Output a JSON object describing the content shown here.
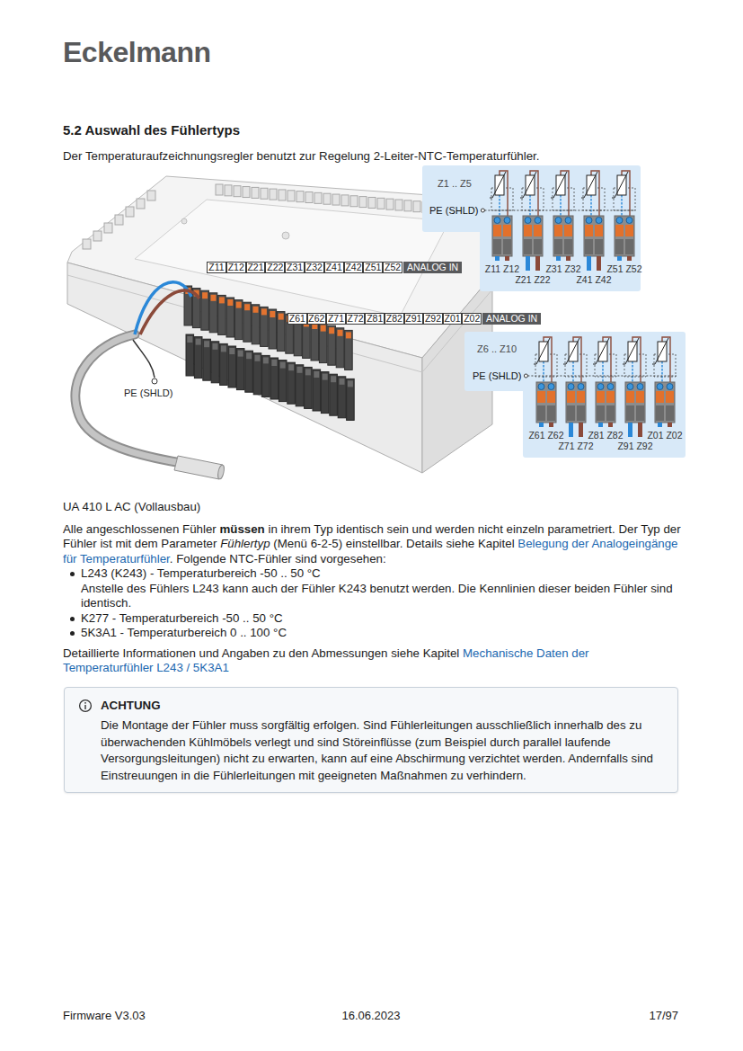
{
  "diagram": {
    "title": "5.2 Auswahl des Fühlertyps",
    "caption": "UA 410 L AC (Vollausbau)",
    "nodes": [
      {
        "text": [
          "Z1 .. Z5",
          "PE (SHLD)"
        ]
      },
      {
        "text": [
          "Z6 .. Z10",
          "PE (SHLD)"
        ]
      },
      {
        "text": [
          "ACHTUNG",
          "Die Montage der Fühler muss sorgfältig erfolgen. Sind Fühlerleitungen ausschließlich innerhalb des zu überwachenden Kühlmöbels verlegt und sind Störeinflüsse (zum Beispiel durch parallel laufende Versorgungsleitungen) nicht zu erwarten, kann auf eine Abschirmung verzichtet werden. Andernfalls sind Einstreuungen in die Fühlerleitungen mit geeigneten Maßnahmen zu verhindern."
        ]
      }
    ],
    "labels": [
      "Eckelmann",
      "Der Temperaturaufzeichnungsregler benutzt zur Regelung 2-Leiter-NTC-Temperaturfühler.",
      "Z11",
      "Z12",
      "Z21",
      "Z22",
      "Z31",
      "Z32",
      "Z41",
      "Z42",
      "Z51",
      "Z52",
      "ANALOG IN",
      "Z61",
      "Z62",
      "Z71",
      "Z72",
      "Z81",
      "Z82",
      "Z91",
      "Z92",
      "Z01",
      "Z02",
      "ANALOG IN",
      "PE (SHLD)",
      "Z11 Z12",
      "Z21 Z22",
      "Z31 Z32",
      "Z41 Z42",
      "Z51 Z52",
      "Z61 Z62",
      "Z71 Z72",
      "Z81 Z82",
      "Z91 Z92",
      "Z01 Z02",
      "Alle angeschlossenen Fühler",
      "müssen",
      "in ihrem Typ identisch sein und werden nicht einzeln parametriert. Der Typ der Fühler ist mit dem Parameter",
      "Fühlertyp",
      "(Menü 6-2-5) einstellbar. Details siehe Kapitel",
      "Belegung der Analogeingänge für Temperaturfühler",
      ". Folgende NTC-Fühler sind vorgesehen:",
      "L243 (K243) - Temperaturbereich -50 .. 50 °C",
      "Anstelle des Fühlers L243 kann auch der Fühler K243 benutzt werden. Die Kennlinien dieser beiden Fühler sind identisch.",
      "K277 - Temperaturbereich -50 .. 50 °C",
      "5K3A1 - Temperaturbereich 0 .. 100 °C",
      "Detaillierte Informationen und Angaben zu den Abmessungen siehe Kapitel",
      "Mechanische Daten der Temperaturfühler L243 / 5K3A1",
      "Firmware V3.03",
      "16.06.2023",
      "17/97"
    ]
  }
}
